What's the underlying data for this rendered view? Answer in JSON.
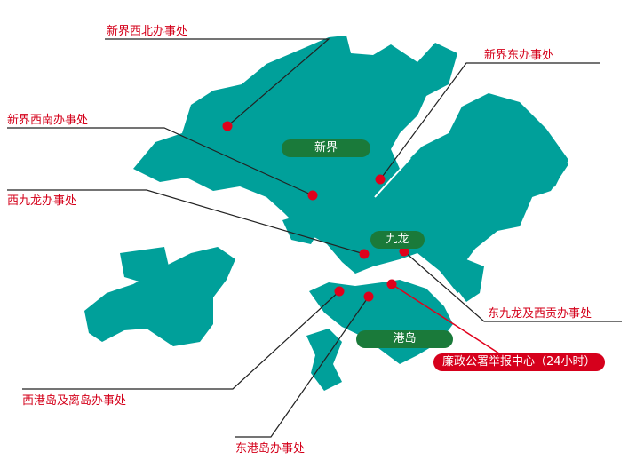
{
  "regions": {
    "new_territories": "新界",
    "kowloon": "九龙",
    "hong_kong_island": "港岛"
  },
  "offices": {
    "nt_northwest": "新界西北办事处",
    "nt_east": "新界东办事处",
    "nt_southwest": "新界西南办事处",
    "west_kowloon": "西九龙办事处",
    "east_kowloon_sai_kung": "东九龙及西贡办事处",
    "hq_report_centre": "廉政公署举报中心（24小时）",
    "west_hk_island": "西港岛及离岛办事处",
    "east_hk_island": "东港岛办事处"
  },
  "colors": {
    "land": "#00a09a",
    "region_pill": "#1a7a3a",
    "marker": "#e0001b",
    "label": "#d4001a"
  }
}
